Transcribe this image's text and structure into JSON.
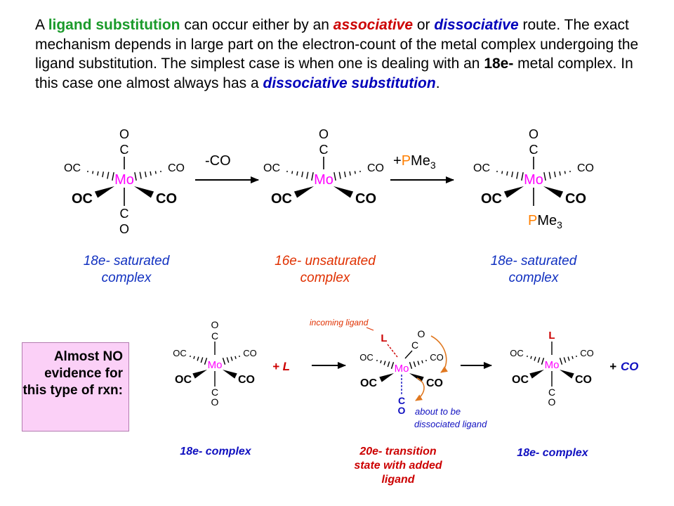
{
  "intro": {
    "p1": "A ",
    "ligand_substitution": "ligand substitution",
    "p2": " can occur either by an ",
    "associative": "associative",
    "p3": " or ",
    "dissociative": "dissociative",
    "p4": " route. The exact mechanism depends in large part on the electron-count of the metal complex undergoing the ligand substitution.  The simplest case is when one is dealing with an ",
    "e18": "18e-",
    "p5": " metal complex.  In this case one almost always has a ",
    "dissociative_substitution": "dissociative substitution",
    "p6": "."
  },
  "top_scheme": {
    "step1_reagent": "-CO",
    "step2_reagent_plus": "+",
    "step2_reagent_p": "P",
    "step2_reagent_me": "Me",
    "step2_reagent_sub": "3",
    "labels": [
      "18e- saturated complex",
      "16e- unsaturated complex",
      "18e- saturated complex"
    ]
  },
  "bottom_scheme": {
    "note": "Almost NO evidence for this type of rxn:",
    "plus_L": "+ L",
    "plus_CO_plus": "+",
    "plus_CO": "CO",
    "incoming_ligand": "incoming ligand",
    "about_to_be": "about to be",
    "dissociated_ligand": "dissociated ligand",
    "labels": [
      "18e- complex",
      "20e- transition state with added ligand",
      "18e- complex"
    ]
  },
  "atoms": {
    "metal": "Mo",
    "O": "O",
    "C": "C",
    "OC": "OC",
    "CO": "CO",
    "L": "L",
    "P": "P",
    "Me": "Me",
    "sub3": "3"
  },
  "colors": {
    "metal": "#ff00ff",
    "green": "#1a9a2a",
    "assoc_red": "#cc0000",
    "dissoc_blue": "#0000bb",
    "label_blue": "#1030c0",
    "label_red": "#e03000",
    "phosphorus": "#ff7f00",
    "arc_orange": "#e07820",
    "note_box": "#fbd0f7"
  }
}
